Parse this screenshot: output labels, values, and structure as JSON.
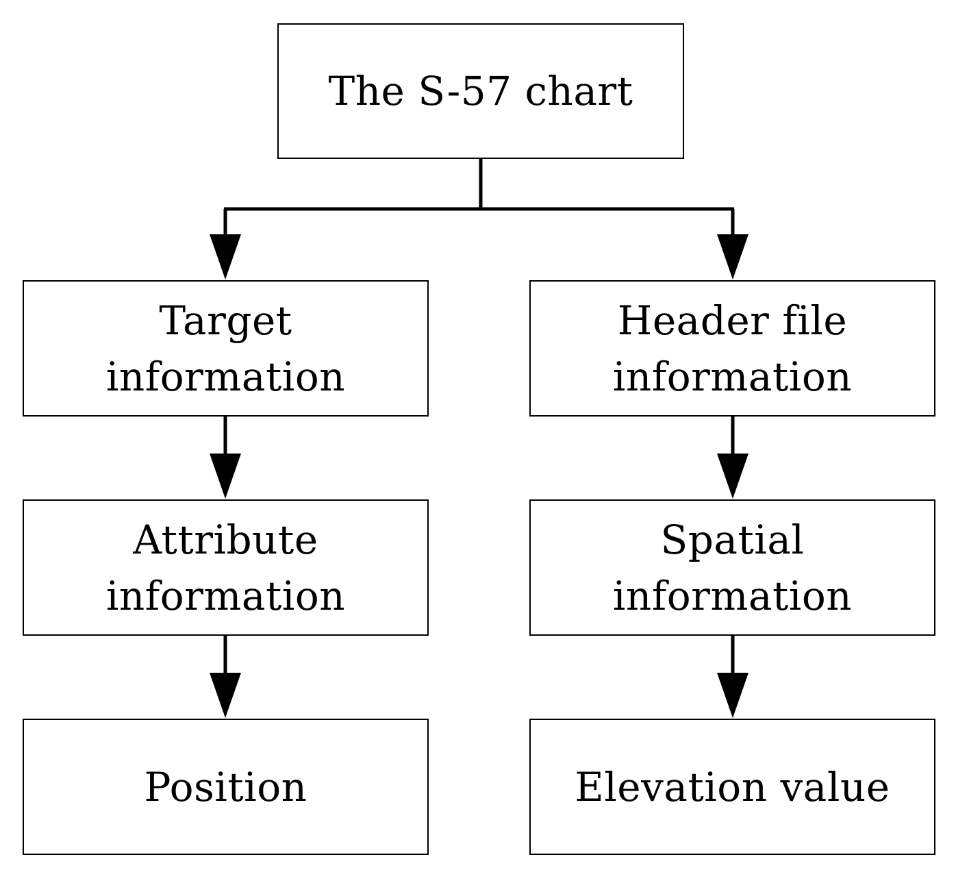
{
  "diagram": {
    "nodes": {
      "root": "The S-57 chart",
      "target": "Target\ninformation",
      "header": "Header file\ninformation",
      "attribute": "Attribute\ninformation",
      "spatial": "Spatial\ninformation",
      "position": "Position",
      "elevation": "Elevation value"
    },
    "edges": [
      [
        "root",
        "target"
      ],
      [
        "root",
        "header"
      ],
      [
        "target",
        "attribute"
      ],
      [
        "attribute",
        "position"
      ],
      [
        "header",
        "spatial"
      ],
      [
        "spatial",
        "elevation"
      ]
    ]
  }
}
